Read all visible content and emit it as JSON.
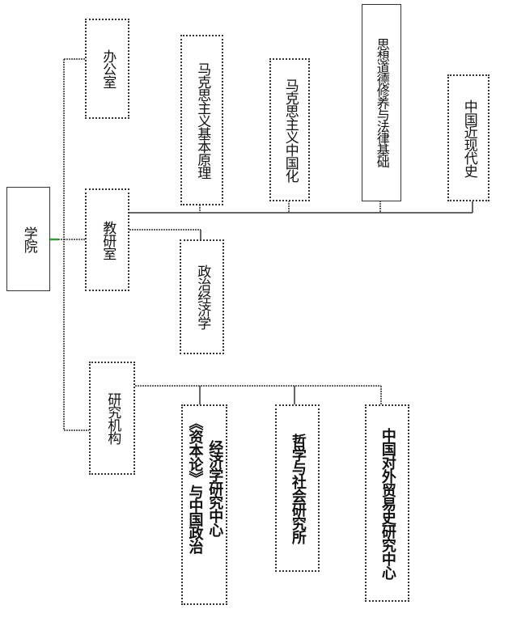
{
  "root": {
    "label": "学院"
  },
  "departments": [
    {
      "label": "办公室"
    },
    {
      "label": "教研室"
    },
    {
      "label": "研究机构"
    }
  ],
  "teaching_sections": [
    {
      "label": "马克思主义基本原理"
    },
    {
      "label": "马克思主义中国化"
    },
    {
      "label": "思想道德修养与法律基础"
    },
    {
      "label": "中国近现代史"
    },
    {
      "label": "政治经济学"
    }
  ],
  "research_institutes": [
    {
      "label_line1": "《资本论》与中国政治",
      "label_line2": "经济学研究中心"
    },
    {
      "label": "哲学与社会研究所"
    },
    {
      "label": "中国对外贸易史研究中心"
    }
  ],
  "colors": {
    "line": "#333333",
    "accent_connector": "#3a9a3a"
  }
}
